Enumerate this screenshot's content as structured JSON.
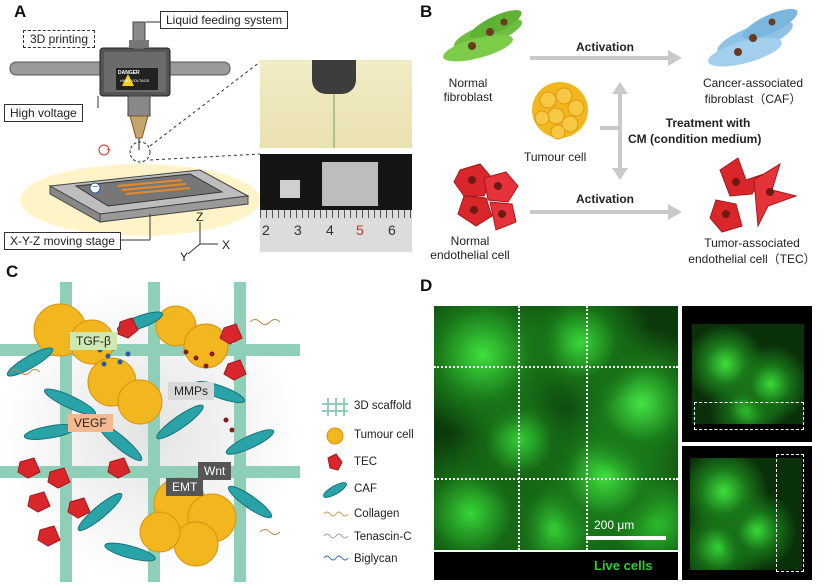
{
  "panels": {
    "a": "A",
    "b": "B",
    "c": "C",
    "d": "D"
  },
  "panel_a": {
    "printing_label": "3D printing",
    "feeding_label": "Liquid feeding system",
    "voltage_label": "High voltage",
    "stage_label": "X-Y-Z moving stage",
    "danger_text": "DANGER",
    "danger_sub": "HIGH VOLTAGE",
    "plus_sign": "+",
    "minus_sign": "−",
    "axis_z": "Z",
    "axis_x": "X",
    "axis_y": "Y",
    "ruler_numbers": [
      "2",
      "3",
      "4",
      "5",
      "6"
    ]
  },
  "panel_b": {
    "normal_fibroblast": "Normal fibroblast",
    "activation_top": "Activation",
    "caf": "Cancer-associated fibroblast（CAF）",
    "tumour_cell": "Tumour cell",
    "treatment_1": "Treatment with",
    "treatment_2": "CM (condition medium)",
    "activation_bottom": "Activation",
    "normal_endothelial": "Normal endothelial cell",
    "tec": "Tumor-associated endothelial cell（TEC）"
  },
  "panel_c": {
    "tags": {
      "tgf": "TGF-β",
      "mmps": "MMPs",
      "vegf": "VEGF",
      "wnt": "Wnt",
      "emt": "EMT"
    },
    "legend": [
      {
        "icon": "scaffold-icon",
        "label": "3D scaffold"
      },
      {
        "icon": "tumour-cell-icon",
        "label": "Tumour cell"
      },
      {
        "icon": "tec-icon",
        "label": "TEC"
      },
      {
        "icon": "caf-icon",
        "label": "CAF"
      },
      {
        "icon": "collagen-icon",
        "label": "Collagen"
      },
      {
        "icon": "tenascin-icon",
        "label": "Tenascin-C"
      },
      {
        "icon": "biglycan-icon",
        "label": "Biglycan"
      }
    ]
  },
  "panel_d": {
    "scale_bar": "200 μm",
    "live_cells": "Live cells"
  },
  "colors": {
    "fibroblast_green": "#6cbf3f",
    "caf_blue": "#8ec3e6",
    "tumour_yellow": "#f2b61f",
    "tec_red": "#d9262b",
    "arrow_gray": "#c9c9c9",
    "fluorescence_green": "#2fcf2f",
    "scaffold_teal": "#8fcfb8"
  }
}
